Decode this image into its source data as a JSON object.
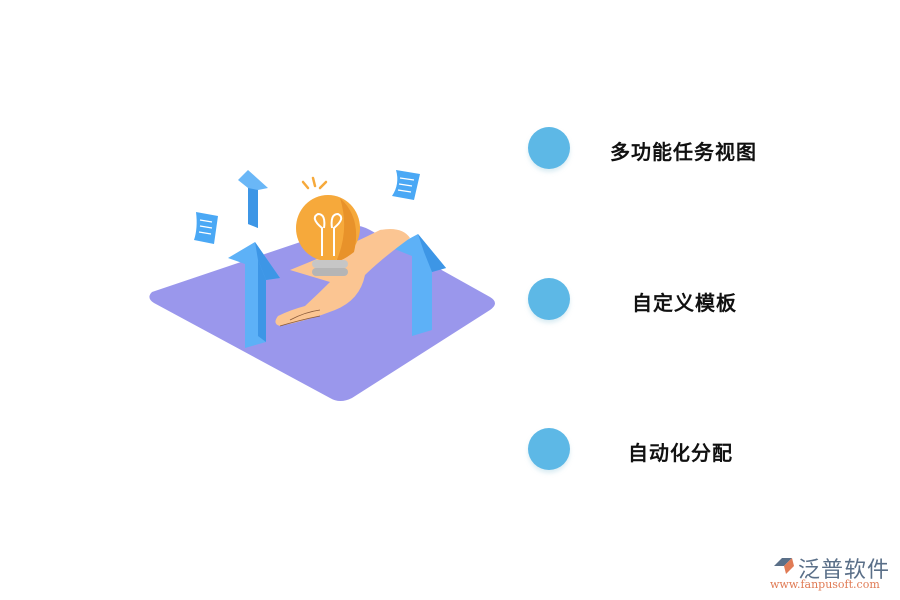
{
  "features": [
    {
      "label": "多功能任务视图"
    },
    {
      "label": "自定义模板"
    },
    {
      "label": "自动化分配"
    }
  ],
  "logo": {
    "name": "泛普软件",
    "url": "www.fanpusoft.com"
  },
  "colors": {
    "bullet": "#5db8e6",
    "platform": "#9a97ec",
    "arrow": "#4aa8f5",
    "bulb": "#f6a93b",
    "hand": "#fbc592",
    "logo_text": "#5a6f88",
    "logo_url": "#e07b55"
  }
}
